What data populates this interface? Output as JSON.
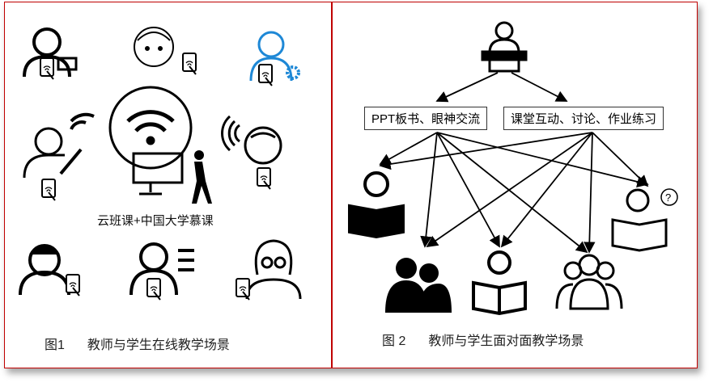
{
  "figure1": {
    "center_label": "云班课+中国大学慕课",
    "caption_num": "图1",
    "caption_text": "教师与学生在线教学场景"
  },
  "figure2": {
    "box_left": "PPT板书、眼神交流",
    "box_right": "课堂互动、讨论、作业练习",
    "caption_num": "图 2",
    "caption_text": "教师与学生面对面教学场景"
  },
  "colors": {
    "frame": "#c00000",
    "accent_blue": "#1e88d6",
    "ink": "#000000"
  }
}
